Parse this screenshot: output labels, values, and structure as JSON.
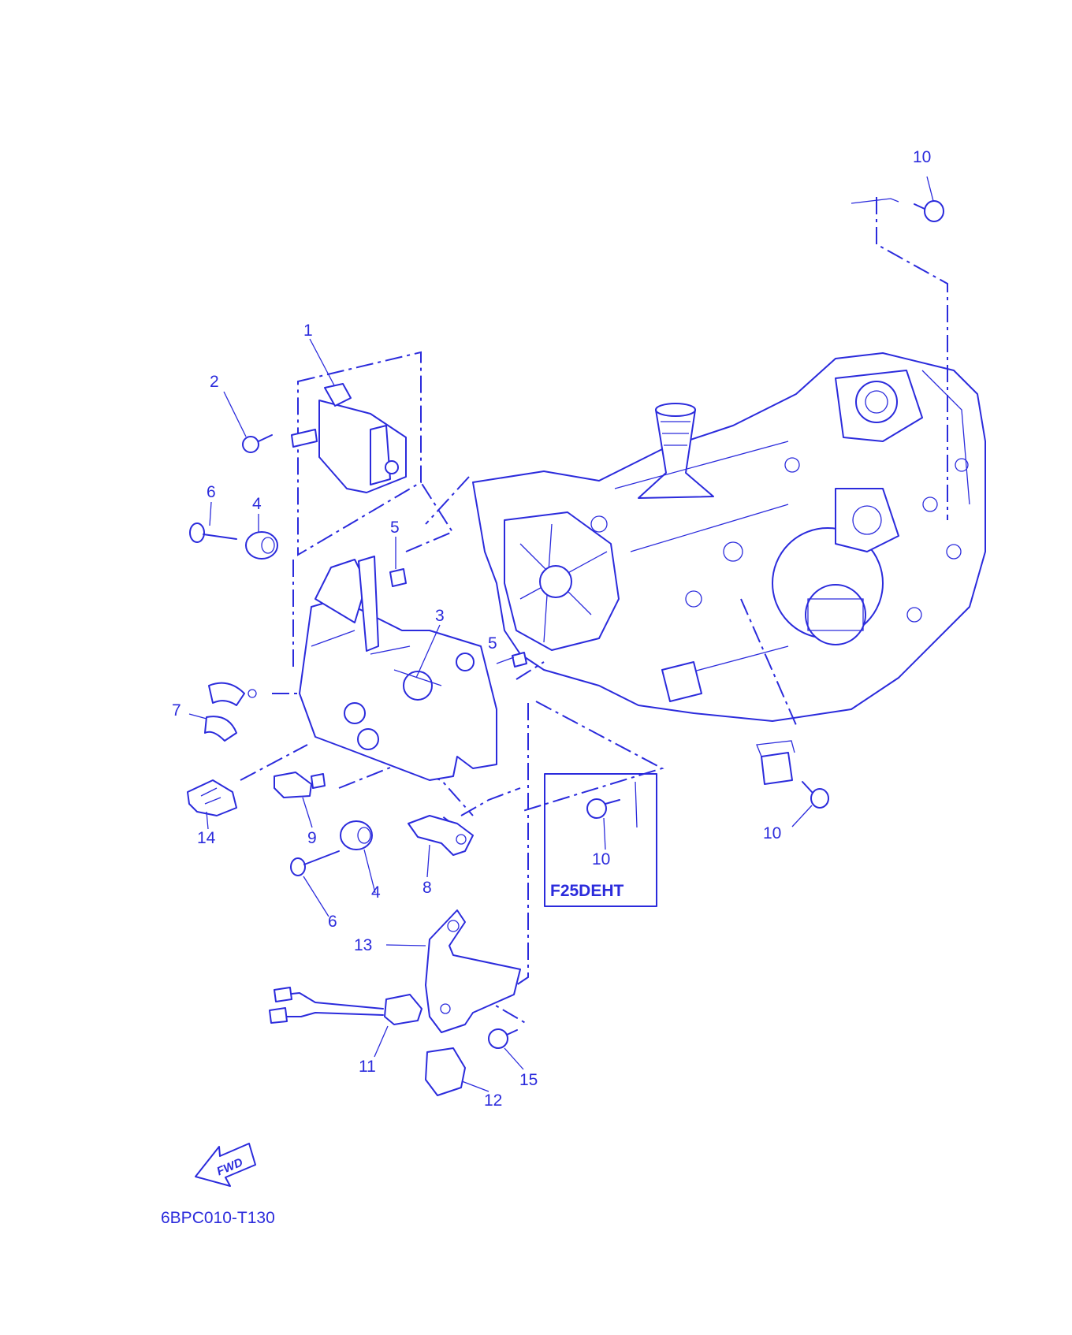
{
  "diagram_code": "6BPC010-T130",
  "variant_label": "F25DEHT",
  "fwd_label": "FWD",
  "colors": {
    "line": "#2b2bdc",
    "background": "#ffffff"
  },
  "callouts": [
    {
      "id": "c1",
      "text": "1"
    },
    {
      "id": "c2",
      "text": "2"
    },
    {
      "id": "c3",
      "text": "3"
    },
    {
      "id": "c4a",
      "text": "4"
    },
    {
      "id": "c4b",
      "text": "4"
    },
    {
      "id": "c5a",
      "text": "5"
    },
    {
      "id": "c5b",
      "text": "5"
    },
    {
      "id": "c6a",
      "text": "6"
    },
    {
      "id": "c6b",
      "text": "6"
    },
    {
      "id": "c7",
      "text": "7"
    },
    {
      "id": "c8",
      "text": "8"
    },
    {
      "id": "c9",
      "text": "9"
    },
    {
      "id": "c10a",
      "text": "10"
    },
    {
      "id": "c10b",
      "text": "10"
    },
    {
      "id": "c10c",
      "text": "10"
    },
    {
      "id": "c11",
      "text": "11"
    },
    {
      "id": "c12",
      "text": "12"
    },
    {
      "id": "c13",
      "text": "13"
    },
    {
      "id": "c14",
      "text": "14"
    },
    {
      "id": "c15",
      "text": "15"
    }
  ]
}
